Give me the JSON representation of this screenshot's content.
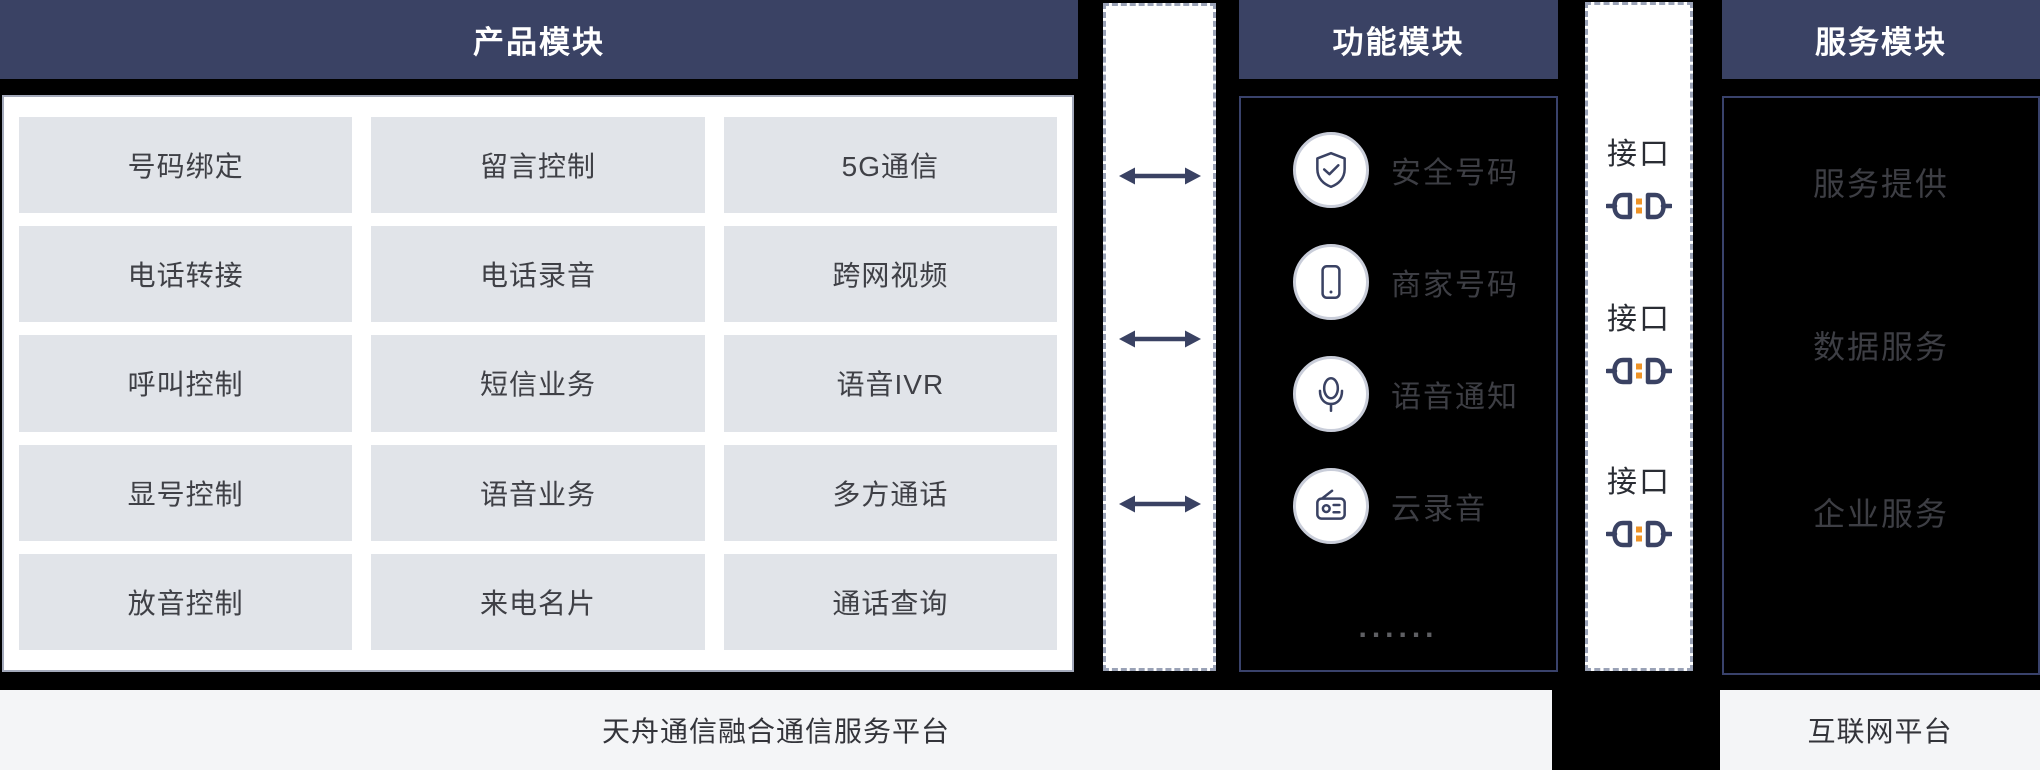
{
  "headers": {
    "product": "产品模块",
    "function": "功能模块",
    "service": "服务模块"
  },
  "product_module": {
    "cells": [
      "号码绑定",
      "留言控制",
      "5G通信",
      "电话转接",
      "电话录音",
      "跨网视频",
      "呼叫控制",
      "短信业务",
      "语音IVR",
      "显号控制",
      "语音业务",
      "多方通话",
      "放音控制",
      "来电名片",
      "通话查询"
    ]
  },
  "connections": {
    "arrow_icon": "double-headed-arrow-icon",
    "arrow_count": 3
  },
  "function_module": {
    "items": [
      {
        "label": "安全号码",
        "icon": "shield-check-icon"
      },
      {
        "label": "商家号码",
        "icon": "smartphone-icon"
      },
      {
        "label": "语音通知",
        "icon": "microphone-icon"
      },
      {
        "label": "云录音",
        "icon": "voice-recorder-icon"
      }
    ],
    "ellipsis": "......"
  },
  "interface_column": {
    "groups": [
      {
        "label": "接口",
        "icon": "plug-connector-icon"
      },
      {
        "label": "接口",
        "icon": "plug-connector-icon"
      },
      {
        "label": "接口",
        "icon": "plug-connector-icon"
      }
    ]
  },
  "service_module": {
    "items": [
      "服务提供",
      "数据服务",
      "企业服务"
    ]
  },
  "footers": {
    "left": "天舟通信融合通信服务平台",
    "right": "互联网平台"
  },
  "colors": {
    "header_bg": "#3A4264",
    "navy_accent": "#3A4263",
    "panel_border_blue": "#39426B",
    "cell_gray": "#E1E4E9",
    "footer_bg": "#F4F5F7",
    "orange_accent": "#EF9326",
    "dashed_border": "#9AA2B6",
    "background": "#000000"
  }
}
